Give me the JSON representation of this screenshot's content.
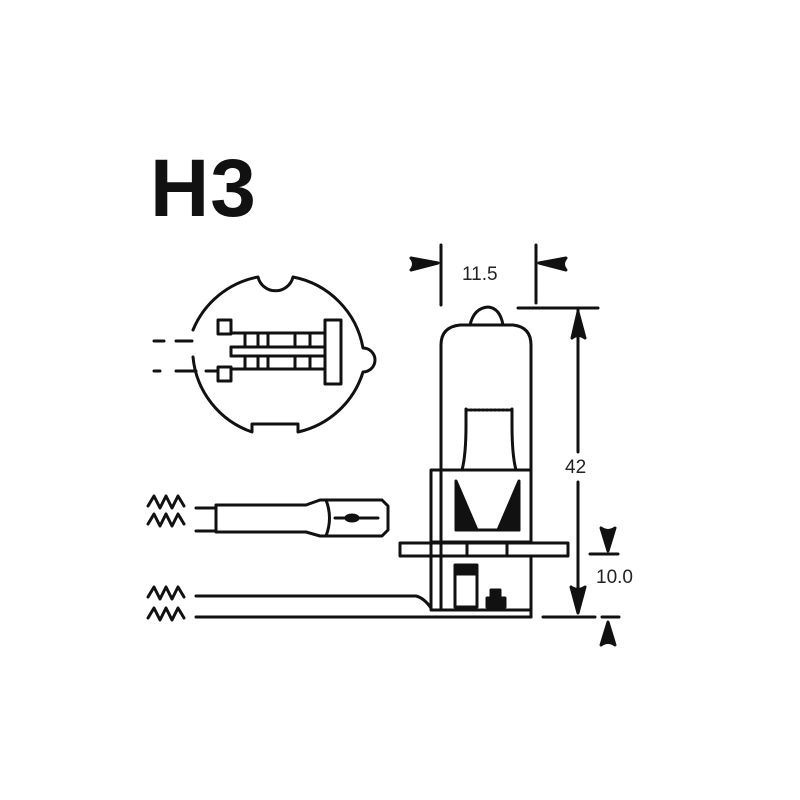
{
  "diagram": {
    "title": "H3",
    "type": "halogen bulb technical drawing",
    "dimensions": {
      "width_label": "11.5",
      "height_label": "42",
      "base_height_label": "10.0"
    },
    "colors": {
      "line": "#111111",
      "background": "#ffffff"
    },
    "parts": [
      "top-view-socket",
      "side-view-bulb",
      "lead-wire-with-connector",
      "ground-lead-wire"
    ]
  }
}
